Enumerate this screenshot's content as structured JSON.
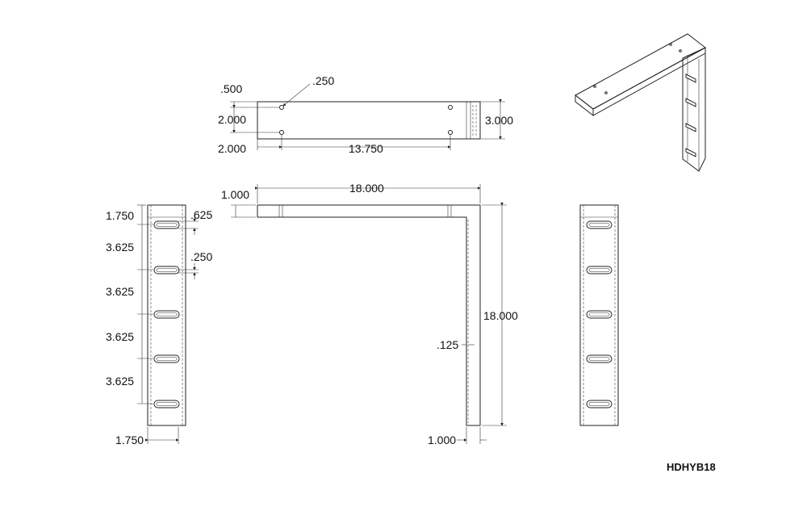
{
  "part_number": "HDHYB18",
  "top_view": {
    "dims": {
      "edge_offset": ".500",
      "hole_dia": ".250",
      "hole_spacing": "2.000",
      "end_offset": "2.000",
      "hole_span": "13.750",
      "height": "3.000"
    }
  },
  "side_view": {
    "dims": {
      "thickness": "1.000",
      "arm_length": "18.000",
      "leg_length": "18.000",
      "wall": ".125",
      "leg_width": "1.000"
    }
  },
  "front_view": {
    "dims": {
      "first_slot": "1.750",
      "slot_height": ".625",
      "slot_radius": ".250",
      "pitch_1": "3.625",
      "pitch_2": "3.625",
      "pitch_3": "3.625",
      "pitch_4": "3.625",
      "width": "1.750"
    }
  }
}
